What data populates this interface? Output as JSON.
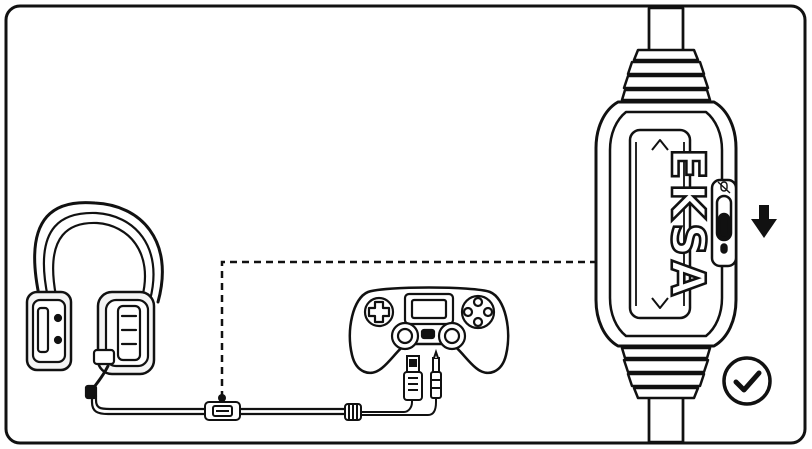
{
  "diagram": {
    "brand_text": "EKSA",
    "step_hint": "slide-switch-down",
    "status": "confirmed",
    "colors": {
      "line": "#111111",
      "background": "#ffffff",
      "check": "#111111"
    },
    "icons": {
      "mic_muted": "mic-off-icon",
      "mic_on": "mic-icon",
      "arrow": "arrow-down-icon",
      "confirm": "check-circle-icon"
    }
  }
}
